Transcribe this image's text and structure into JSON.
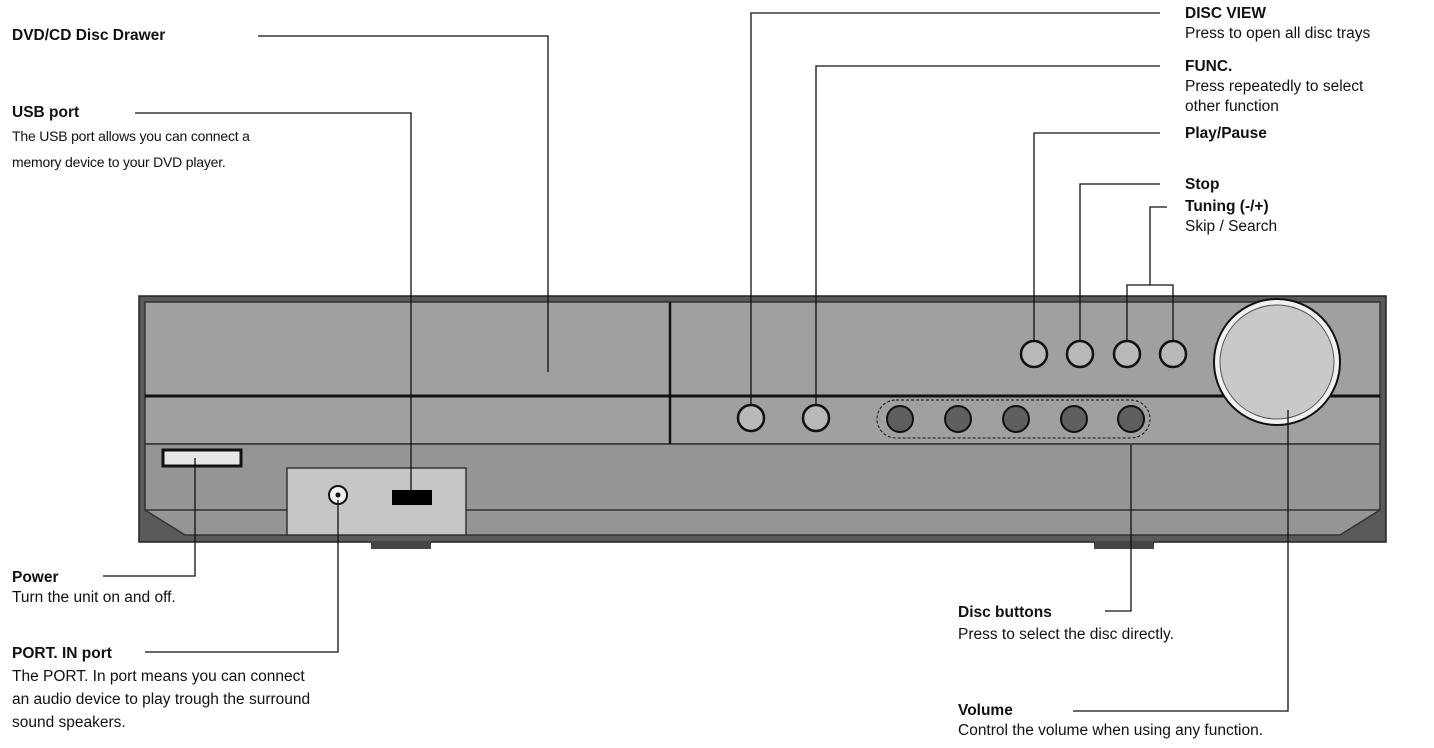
{
  "callouts": {
    "disc_drawer": {
      "title": "DVD/CD Disc Drawer"
    },
    "usb_port": {
      "title": "USB port",
      "desc_line1": "The USB port allows you can connect a",
      "desc_line2": "memory device to your DVD player."
    },
    "power": {
      "title": "Power",
      "desc": "Turn the unit on and off."
    },
    "port_in": {
      "title": "PORT. IN port",
      "desc_line1": "The PORT. In port means you can connect",
      "desc_line2": "an audio device to play trough the surround",
      "desc_line3": "sound speakers."
    },
    "disc_view": {
      "title": "DISC VIEW",
      "desc": "Press to open all disc trays"
    },
    "func": {
      "title": "FUNC.",
      "desc_line1": "Press repeatedly to select",
      "desc_line2": "other function"
    },
    "play_pause": {
      "title": "Play/Pause"
    },
    "stop": {
      "title": "Stop"
    },
    "tuning": {
      "title": "Tuning (-/+)",
      "desc": "Skip / Search"
    },
    "disc_buttons": {
      "title": "Disc buttons",
      "desc": "Press to select the disc directly."
    },
    "volume": {
      "title": "Volume",
      "desc": "Control the volume when using any function."
    }
  },
  "colors": {
    "body": "#5a5a5a",
    "face": "#9a9a9a",
    "port_panel": "#c4c4c4",
    "button": "#b8b8b8",
    "disc_button": "#5e5e5e",
    "knob": "#c8c8c8"
  }
}
